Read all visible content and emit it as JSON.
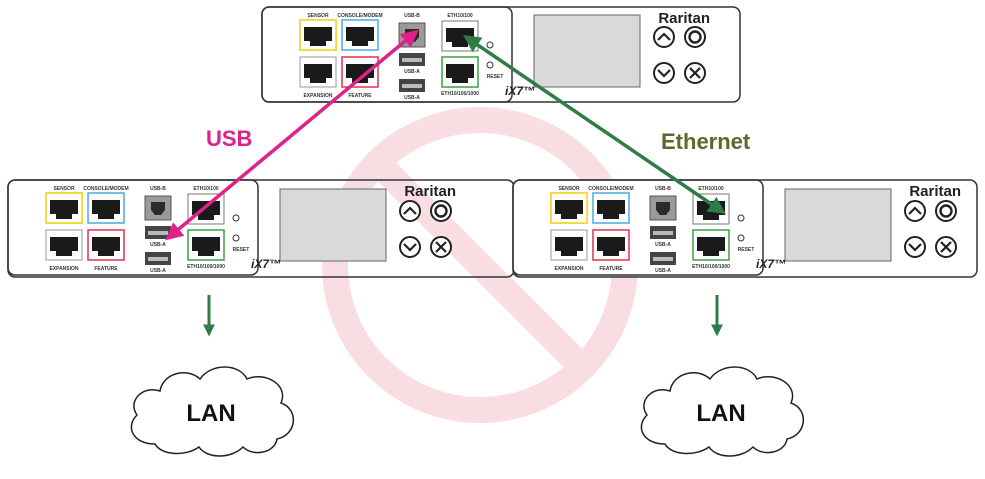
{
  "links": {
    "usb_label": "USB",
    "ethernet_label": "Ethernet"
  },
  "device_labels": {
    "sensor": "SENSOR",
    "console_modem": "CONSOLE/MODEM",
    "usb_b": "USB-B",
    "eth_top": "ETH10/100",
    "usb_a": "USB-A",
    "expansion": "EXPANSION",
    "feature": "FEATURE",
    "eth_bottom": "ETH10/100/1000",
    "reset": "RESET",
    "brand": "Raritan",
    "model": "iX7™"
  },
  "clouds": {
    "left_label": "LAN",
    "right_label": "LAN"
  },
  "colors": {
    "usb": "#e0218a",
    "ethernet": "#2e7d47",
    "ethernet_text": "#5a6a2a",
    "no_symbol": "#f4c4cc",
    "sensor_border": "#f2d21e",
    "console_border": "#4aa8e0",
    "feature_border": "#e0304a",
    "eth_border": "#3aa040"
  }
}
